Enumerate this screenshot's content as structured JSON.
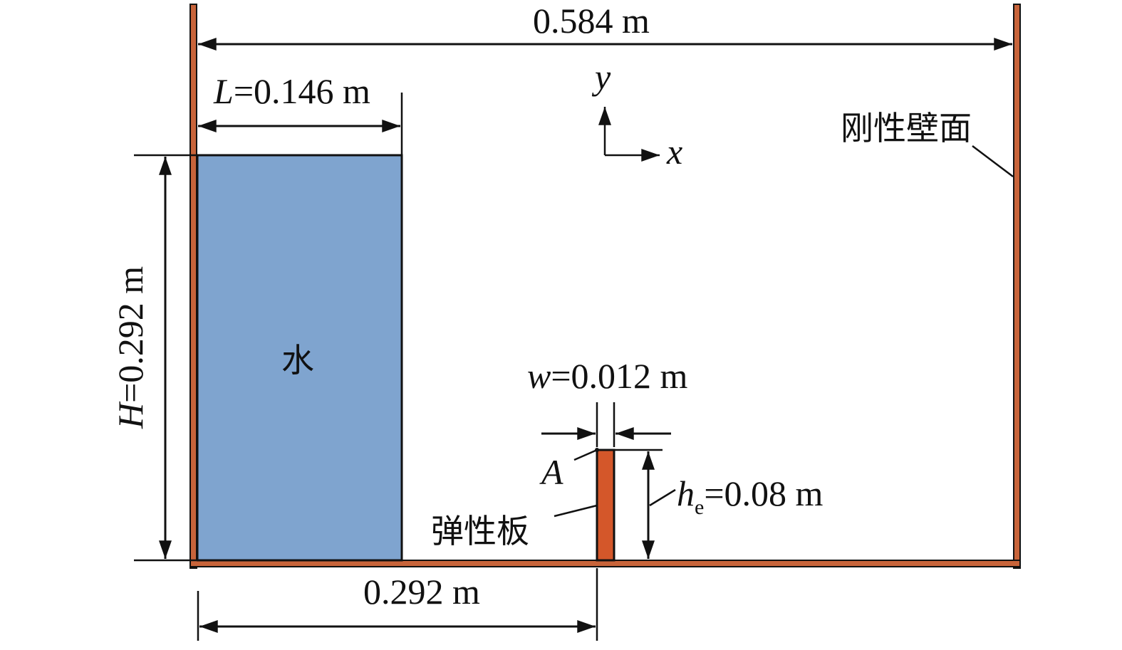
{
  "labels": {
    "total_width": "0.584 m",
    "water_width_symbol": "L",
    "water_width_value": "=0.146 m",
    "water_height_symbol": "H",
    "water_height_value": "=0.292 m",
    "water": "水",
    "rigid_wall": "刚性壁面",
    "axis_y": "y",
    "axis_x": "x",
    "plate_width_symbol": "w",
    "plate_width_value": "=0.012 m",
    "point_a": "A",
    "plate_height_symbol": "h",
    "plate_height_sub": "e",
    "plate_height_value": "=0.08 m",
    "elastic_plate": "弹性板",
    "plate_offset": "0.292 m"
  },
  "colors": {
    "water_fill": "#7fa4cf",
    "wall_fill": "#c8643a",
    "plate_fill": "#d4572a",
    "line": "#111111"
  }
}
